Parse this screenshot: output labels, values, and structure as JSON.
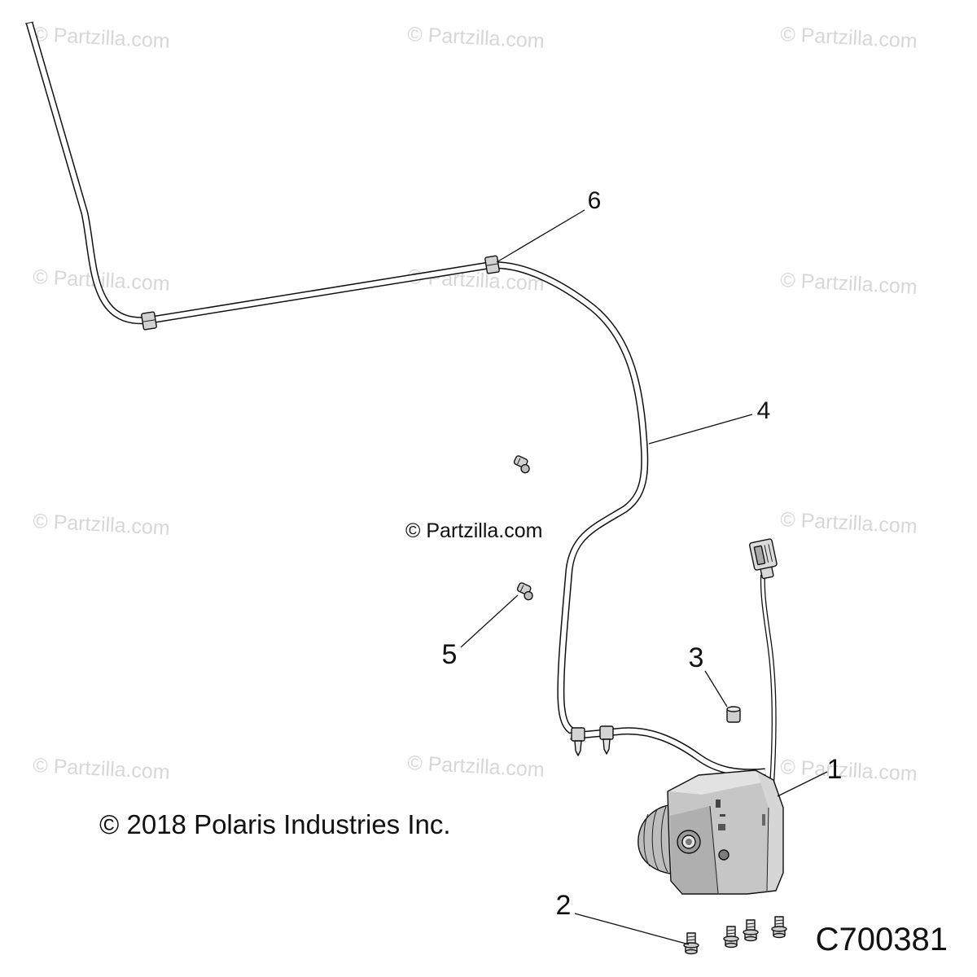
{
  "watermark_text": "© Partzilla.com",
  "copyright": "© 2018 Polaris Industries Inc.",
  "diagram_code": "C700381",
  "callouts": [
    "1",
    "2",
    "3",
    "4",
    "5",
    "6"
  ]
}
